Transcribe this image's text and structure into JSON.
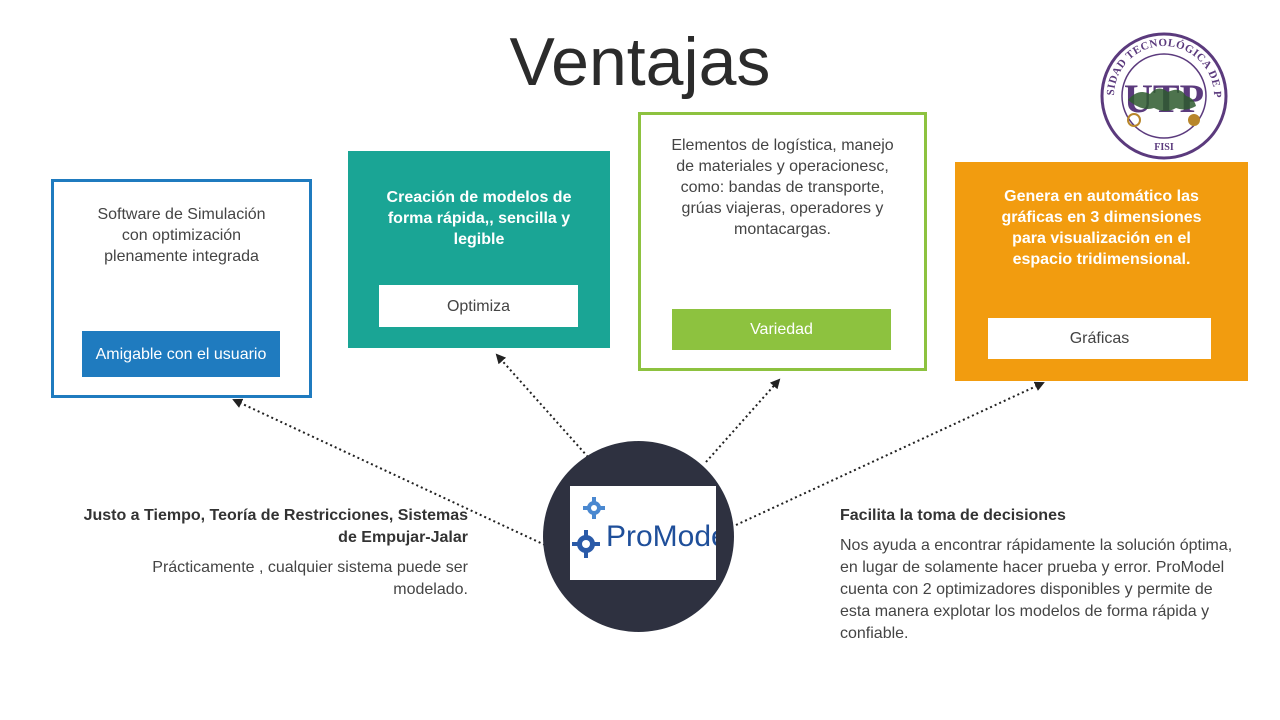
{
  "slide": {
    "title": "Ventajas"
  },
  "cards": [
    {
      "description": "Software de Simulación con optimización plenamente integrada",
      "tag": "Amigable con el usuario",
      "color": "#1f7bbf"
    },
    {
      "description": "Creación de modelos de forma rápida,, sencilla y legible",
      "tag": "Optimiza",
      "color": "#1aa595"
    },
    {
      "description": "Elementos de logística, manejo de materiales y operacionesc, como: bandas de transporte, grúas viajeras, operadores y montacargas.",
      "tag": "Variedad",
      "color": "#8dc23f"
    },
    {
      "description": "Genera en automático las gráficas en 3 dimensiones para visualización en el espacio tridimensional.",
      "tag": "Gráficas",
      "color": "#f29c0f"
    }
  ],
  "left_block": {
    "heading": "Justo a Tiempo, Teoría de Restricciones, Sistemas de Empujar-Jalar",
    "body": "Prácticamente , cualquier sistema puede ser modelado."
  },
  "right_block": {
    "heading": "Facilita la toma de decisiones",
    "body": "Nos ayuda a encontrar rápidamente la solución óptima, en lugar de solamente hacer prueba y error. ProModel cuenta con 2 optimizadores disponibles y permite de esta manera explotar los modelos de forma rápida y confiable."
  },
  "center_logo": {
    "text": "ProModel",
    "icon": "gears-icon"
  },
  "university_seal": {
    "ring_text": "UNIVERSIDAD TECNOLÓGICA DE PANAMÁ",
    "monogram": "UTP",
    "bottom_text": "FISI"
  }
}
